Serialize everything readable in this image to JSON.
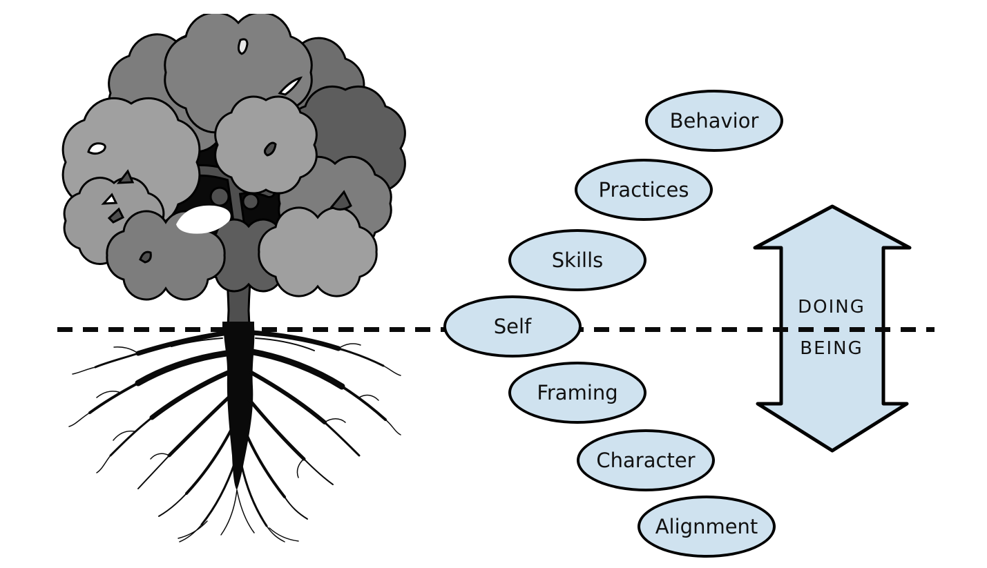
{
  "figure": {
    "type": "tree-roots-metaphor-diagram",
    "icons": {
      "tree": "deciduous-tree-with-roots",
      "canopy": "gray-foliage-blobs",
      "roots": "black-root-system",
      "arrow": "double-headed-vertical-arrow",
      "divider": "dashed-ground-line"
    },
    "ovals": [
      {
        "label": "Behavior"
      },
      {
        "label": "Practices"
      },
      {
        "label": "Skills"
      },
      {
        "label": "Self"
      },
      {
        "label": "Framing"
      },
      {
        "label": "Character"
      },
      {
        "label": "Alignment"
      }
    ],
    "arrow": {
      "upper_label": "DOING",
      "lower_label": "BEING"
    },
    "colors": {
      "background": "#ffffff",
      "bubble_fill": "#cfe2ef",
      "outline": "#000000",
      "canopy_grays": [
        "#9f9f9f",
        "#8c8c8c",
        "#7d7d7d",
        "#6e6e6e",
        "#5d5d5d",
        "#0a0a0a"
      ],
      "trunk": "#4f4f4f"
    }
  }
}
